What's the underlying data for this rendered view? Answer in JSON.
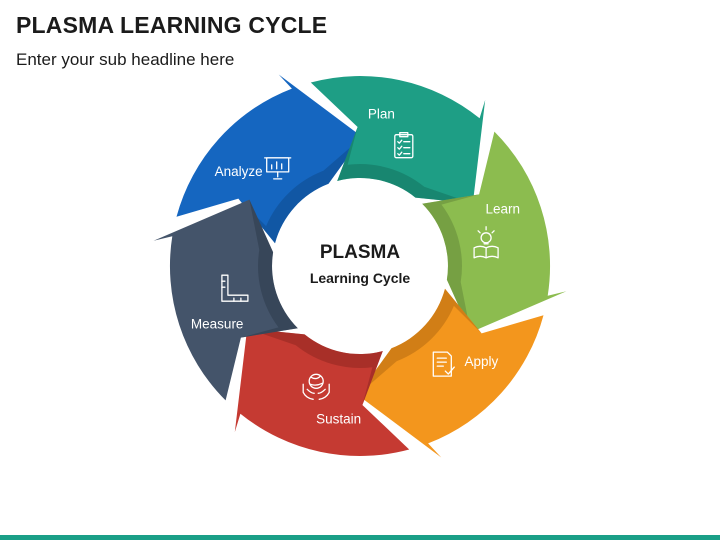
{
  "header": {
    "title": "PLASMA LEARNING CYCLE",
    "subtitle": "Enter your sub headline here"
  },
  "center": {
    "title": "PLASMA",
    "subtitle": "Learning Cycle"
  },
  "segments": [
    {
      "label": "Analyze",
      "color": "#1566c0",
      "shade": "#0e4a8c",
      "icon": "chart-presentation-icon"
    },
    {
      "label": "Plan",
      "color": "#1e9e85",
      "shade": "#14735f",
      "icon": "clipboard-checklist-icon"
    },
    {
      "label": "Learn",
      "color": "#8cbc4f",
      "shade": "#64883a",
      "icon": "book-lightbulb-icon"
    },
    {
      "label": "Apply",
      "color": "#f3961d",
      "shade": "#b56c10",
      "icon": "document-check-icon"
    },
    {
      "label": "Sustain",
      "color": "#c53a32",
      "shade": "#8f2620",
      "icon": "hands-globe-icon"
    },
    {
      "label": "Measure",
      "color": "#44546a",
      "shade": "#2d3a4b",
      "icon": "ruler-square-icon"
    }
  ],
  "footer": {
    "bar_color": "#1a9f87"
  }
}
